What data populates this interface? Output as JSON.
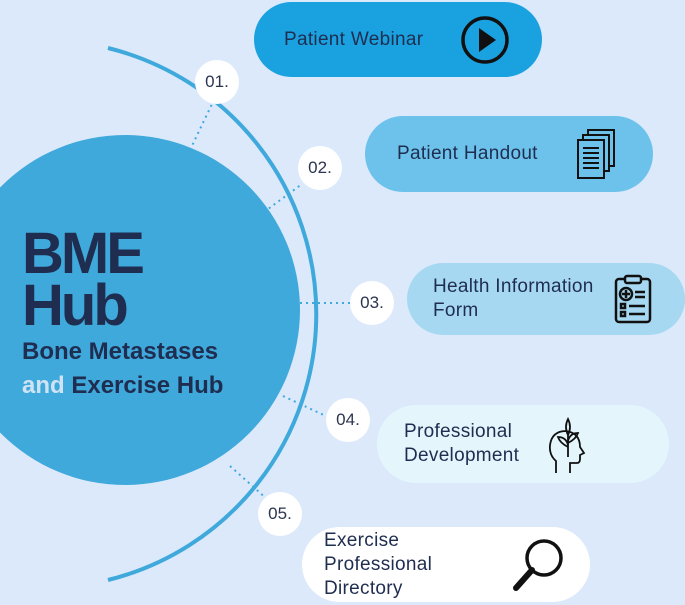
{
  "brand": {
    "title_line1": "BME",
    "title_line2": "Hub",
    "subtitle_line1": "Bone Metastases",
    "subtitle_and": "and",
    "subtitle_line2_rest": "Exercise Hub"
  },
  "steps": [
    {
      "number": "01.",
      "label": "Patient Webinar",
      "icon": "play-icon"
    },
    {
      "number": "02.",
      "label": "Patient Handout",
      "icon": "document-stack-icon"
    },
    {
      "number": "03.",
      "label": "Health Information Form",
      "icon": "clipboard-medical-icon"
    },
    {
      "number": "04.",
      "label": "Professional Development",
      "icon": "head-plant-icon"
    },
    {
      "number": "05.",
      "label": "Exercise Professional Directory",
      "icon": "magnifier-icon"
    }
  ],
  "colors": {
    "background": "#dce9fb",
    "circle": "#3fa9dc",
    "arc": "#3fa9dc",
    "pill_1": "#1aa2e0",
    "pill_2": "#6cc2ea",
    "pill_3": "#a6d9f1",
    "pill_4": "#e4f6fc",
    "pill_5": "#ffffff",
    "text_dark": "#1f2d50"
  }
}
